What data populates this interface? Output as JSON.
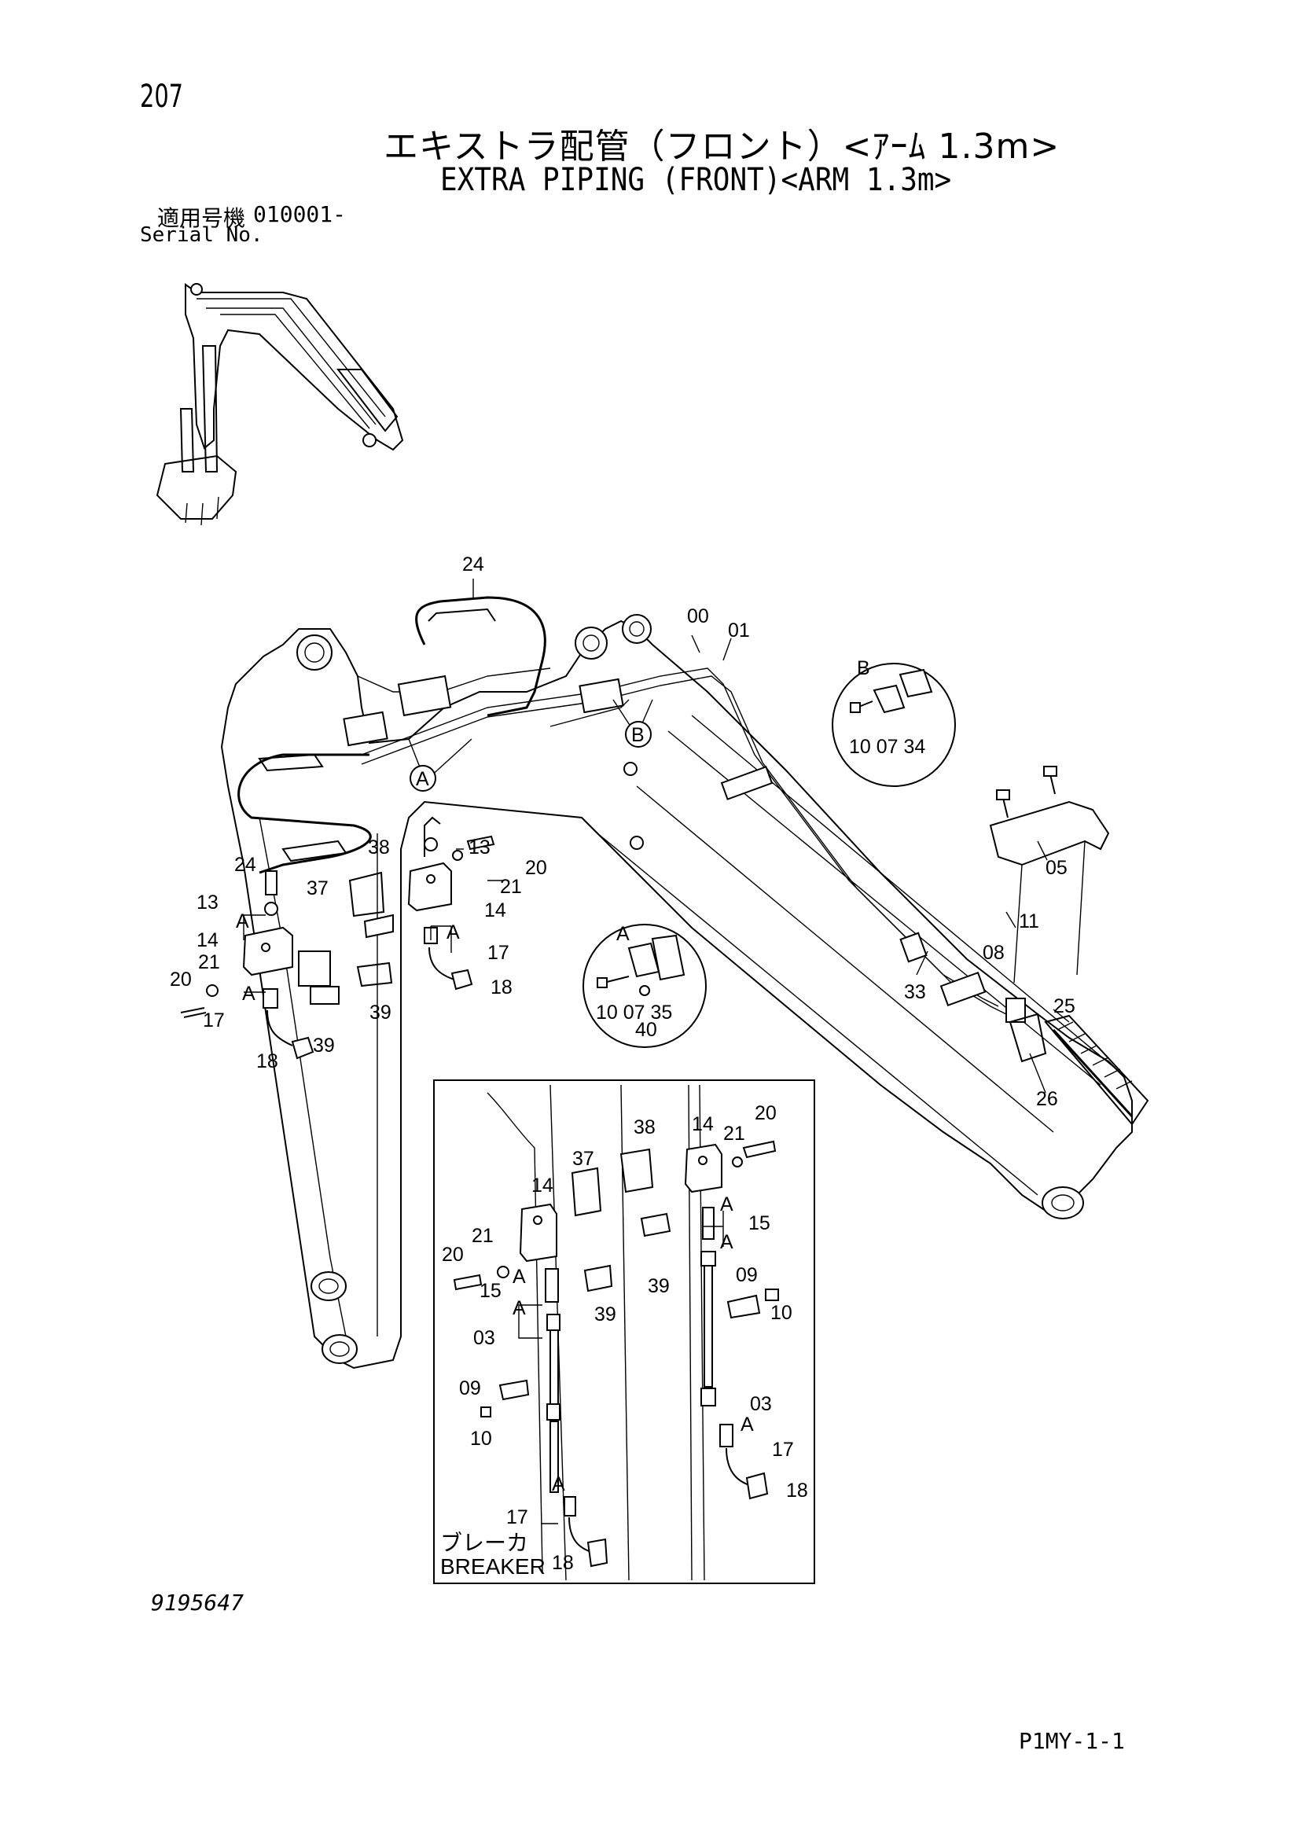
{
  "page_number": "207",
  "title_ja": "エキストラ配管（フロント）<ｱｰﾑ 1.3m>",
  "title_en": "EXTRA PIPING (FRONT)<ARM 1.3m>",
  "serial": {
    "label_ja": "適用号機",
    "value": "010001-",
    "label_en": "Serial No."
  },
  "drawing_number": "9195647",
  "page_code": "P1MY-1-1",
  "callouts": {
    "c24a": "24",
    "c00": "00",
    "c01": "01",
    "cB1": "B",
    "cB2": "B",
    "cA1": "A",
    "cA2": "A",
    "c10_07_34": "10 07 34",
    "c05": "05",
    "c11": "11",
    "c08": "08",
    "c33": "33",
    "c25": "25",
    "c26": "26",
    "c38a": "38",
    "c13a": "13",
    "c20a": "20",
    "c21a": "21",
    "c14a": "14",
    "cA3": "A",
    "c17a": "17",
    "c18a": "18",
    "c39a": "39",
    "c24b": "24",
    "c37a": "37",
    "c13b": "13",
    "cA4": "A",
    "c14b": "14",
    "c21b": "21",
    "c20b": "20",
    "cA5": "A",
    "c17b": "17",
    "c39b": "39",
    "c18b": "18",
    "c10_07_35": "10 07 35",
    "c40": "40",
    "i38": "38",
    "i37": "37",
    "i14a": "14",
    "i21a": "21",
    "i20a": "20",
    "i15a": "15",
    "iA1": "A",
    "iA2": "A",
    "i39a": "39",
    "i03a": "03",
    "i09a": "09",
    "i10a": "10",
    "iA3": "A",
    "i17a": "17",
    "i18a": "18",
    "i14b": "14",
    "i21b": "21",
    "i20b": "20",
    "iA4": "A",
    "i15b": "15",
    "iA5": "A",
    "i39b": "39",
    "i09b": "09",
    "i10b": "10",
    "i03b": "03",
    "iA6": "A",
    "i17b": "17",
    "i18b": "18"
  },
  "breaker_label_ja": "ブレーカ",
  "breaker_label_en": "BREAKER"
}
